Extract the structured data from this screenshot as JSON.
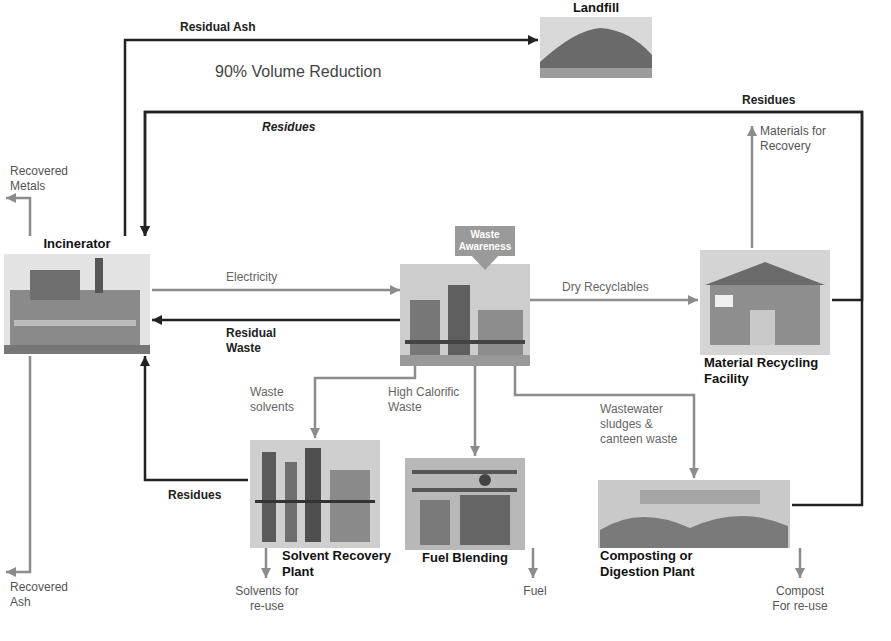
{
  "diagram": {
    "nodes": [
      {
        "text": [
          "Landfill"
        ]
      },
      {
        "text": [
          "Waste Awareness"
        ]
      },
      {
        "text": [
          "Incinerator"
        ]
      },
      {
        "text": []
      },
      {
        "text": [
          "Material Recycling Facility"
        ]
      },
      {
        "text": [
          "Solvent Recovery Plant"
        ]
      },
      {
        "text": [
          "Fuel Blending"
        ]
      },
      {
        "text": [
          "Composting or Digestion Plant"
        ]
      }
    ],
    "edges": [
      {
        "from": 2,
        "to": 0,
        "arrow": "to",
        "label": "Residual Ash"
      },
      {
        "from": 7,
        "to": 2,
        "arrow": "to",
        "label": "Residues"
      },
      {
        "from": 4,
        "to": 2,
        "arrow": "to",
        "label": "Residues"
      },
      {
        "from": 2,
        "to": 3,
        "arrow": "to",
        "label": "Electricity"
      },
      {
        "from": 3,
        "to": 2,
        "arrow": "to",
        "label": "Residual Waste"
      },
      {
        "from": 3,
        "to": 4,
        "arrow": "to",
        "label": "Dry Recyclables"
      },
      {
        "from": 3,
        "to": 5,
        "arrow": "to",
        "label": "Waste solvents"
      },
      {
        "from": 3,
        "to": 6,
        "arrow": "to",
        "label": "High Calorific Waste"
      },
      {
        "from": 3,
        "to": 7,
        "arrow": "to",
        "label": "Wastewater sludges & canteen waste"
      },
      {
        "from": 5,
        "to": 2,
        "arrow": "to",
        "label": "Residues"
      }
    ],
    "labels": [
      "90% Volume Reduction",
      "Recovered Metals",
      "Recovered Ash",
      "Materials for Recovery",
      "Solvents for re-use",
      "Fuel",
      "Compost For re-use"
    ]
  }
}
